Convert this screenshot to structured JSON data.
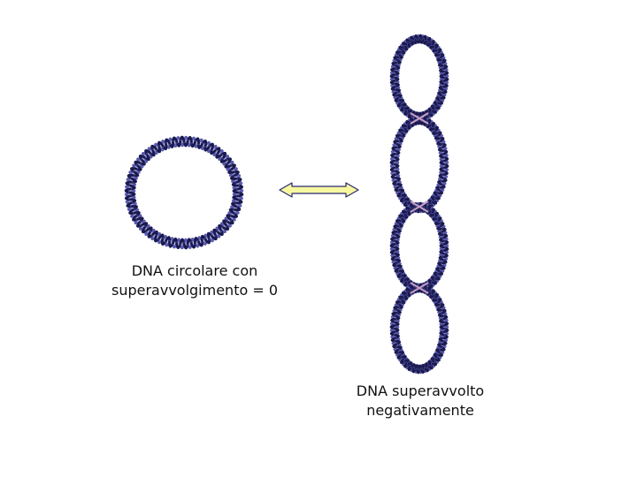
{
  "captions": {
    "relaxed": {
      "line1": "DNA circolare con",
      "line2": "superavvolgimento = 0"
    },
    "supercoiled": {
      "line1": "DNA superavvolto",
      "line2": "negativamente"
    }
  },
  "colors": {
    "strand_dark": "#1a1a4e",
    "strand_blue": "#5a5ab0",
    "arrow_fill": "#f7f7a0",
    "arrow_stroke": "#2a2a70",
    "crossing_marks": "#c8a0c8"
  },
  "diagram": {
    "relaxed_circle_count": 1,
    "supercoil_loop_count": 4,
    "arrow": "double-headed"
  }
}
